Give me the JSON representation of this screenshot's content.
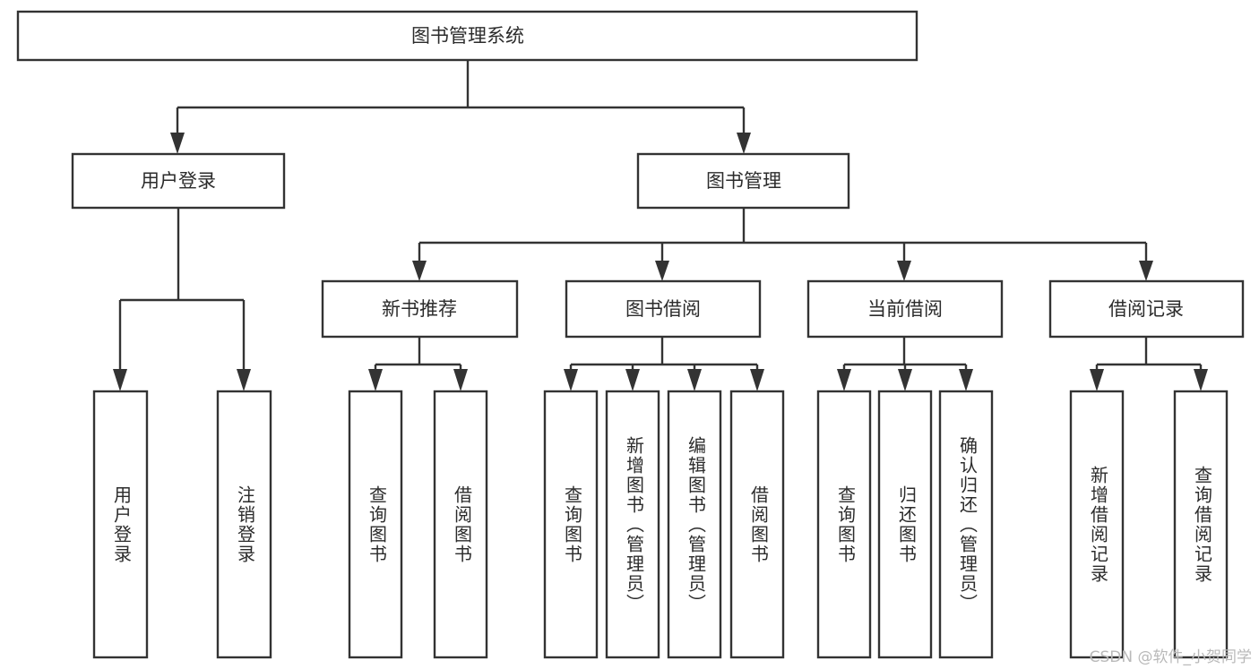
{
  "diagram": {
    "title": "图书管理系统",
    "type": "tree-hierarchy-diagram",
    "watermark": "CSDN @软件_小贺同学",
    "colors": {
      "box_stroke": "#333333",
      "box_fill": "#ffffff",
      "text": "#2b2b2b",
      "background": "#ffffff",
      "watermark": "#b9b9b9"
    },
    "nodes": {
      "root": {
        "label": "图书管理系统"
      },
      "level2": [
        {
          "label": "用户登录"
        },
        {
          "label": "图书管理"
        }
      ],
      "level3": [
        {
          "label": "新书推荐"
        },
        {
          "label": "图书借阅"
        },
        {
          "label": "当前借阅"
        },
        {
          "label": "借阅记录"
        }
      ],
      "leaves": {
        "user_login": [
          {
            "label": "用户登录"
          },
          {
            "label": "注销登录"
          }
        ],
        "new_book": [
          {
            "label": "查询图书"
          },
          {
            "label": "借阅图书"
          }
        ],
        "book_borrow": [
          {
            "label": "查询图书"
          },
          {
            "label": "新增图书（管理员）"
          },
          {
            "label": "编辑图书（管理员）"
          },
          {
            "label": "借阅图书"
          }
        ],
        "current_borrow": [
          {
            "label": "查询图书"
          },
          {
            "label": "归还图书"
          },
          {
            "label": "确认归还（管理员）"
          }
        ],
        "borrow_record": [
          {
            "label": "新增借阅记录"
          },
          {
            "label": "查询借阅记录"
          }
        ]
      }
    }
  }
}
